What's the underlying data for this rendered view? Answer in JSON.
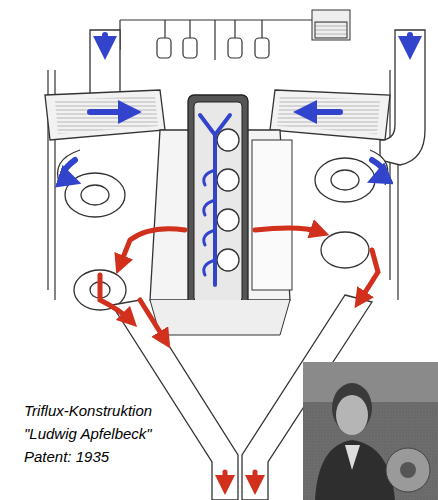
{
  "diagram": {
    "labels": [
      "Triflux-Konstruktion",
      "\"Ludwig Apfelbeck\"",
      "Patent: 1935"
    ]
  }
}
